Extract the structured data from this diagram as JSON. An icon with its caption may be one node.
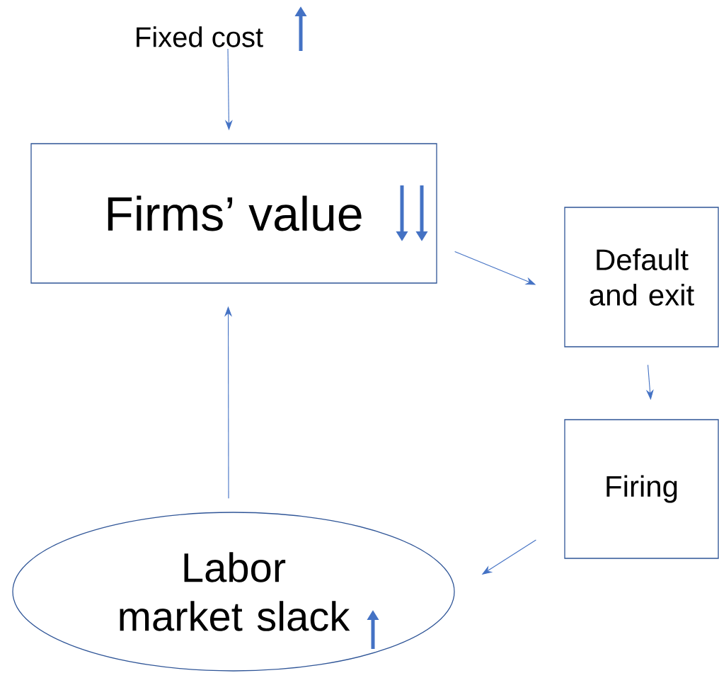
{
  "diagram": {
    "nodes": [
      {
        "text": [
          "Fixed cost"
        ]
      },
      {
        "text": [
          "Firms’ value"
        ]
      },
      {
        "text": [
          "Default and exit"
        ]
      },
      {
        "text": [
          "Firing"
        ]
      },
      {
        "text": [
          "Labor market slack"
        ]
      }
    ],
    "edges": [
      {
        "from": 0,
        "to": 1,
        "arrow": "to"
      },
      {
        "from": 1,
        "to": 2,
        "arrow": "to"
      },
      {
        "from": 2,
        "to": 3,
        "arrow": "to"
      },
      {
        "from": 3,
        "to": 4,
        "arrow": "to"
      },
      {
        "from": 4,
        "to": 1,
        "arrow": "to"
      }
    ]
  }
}
